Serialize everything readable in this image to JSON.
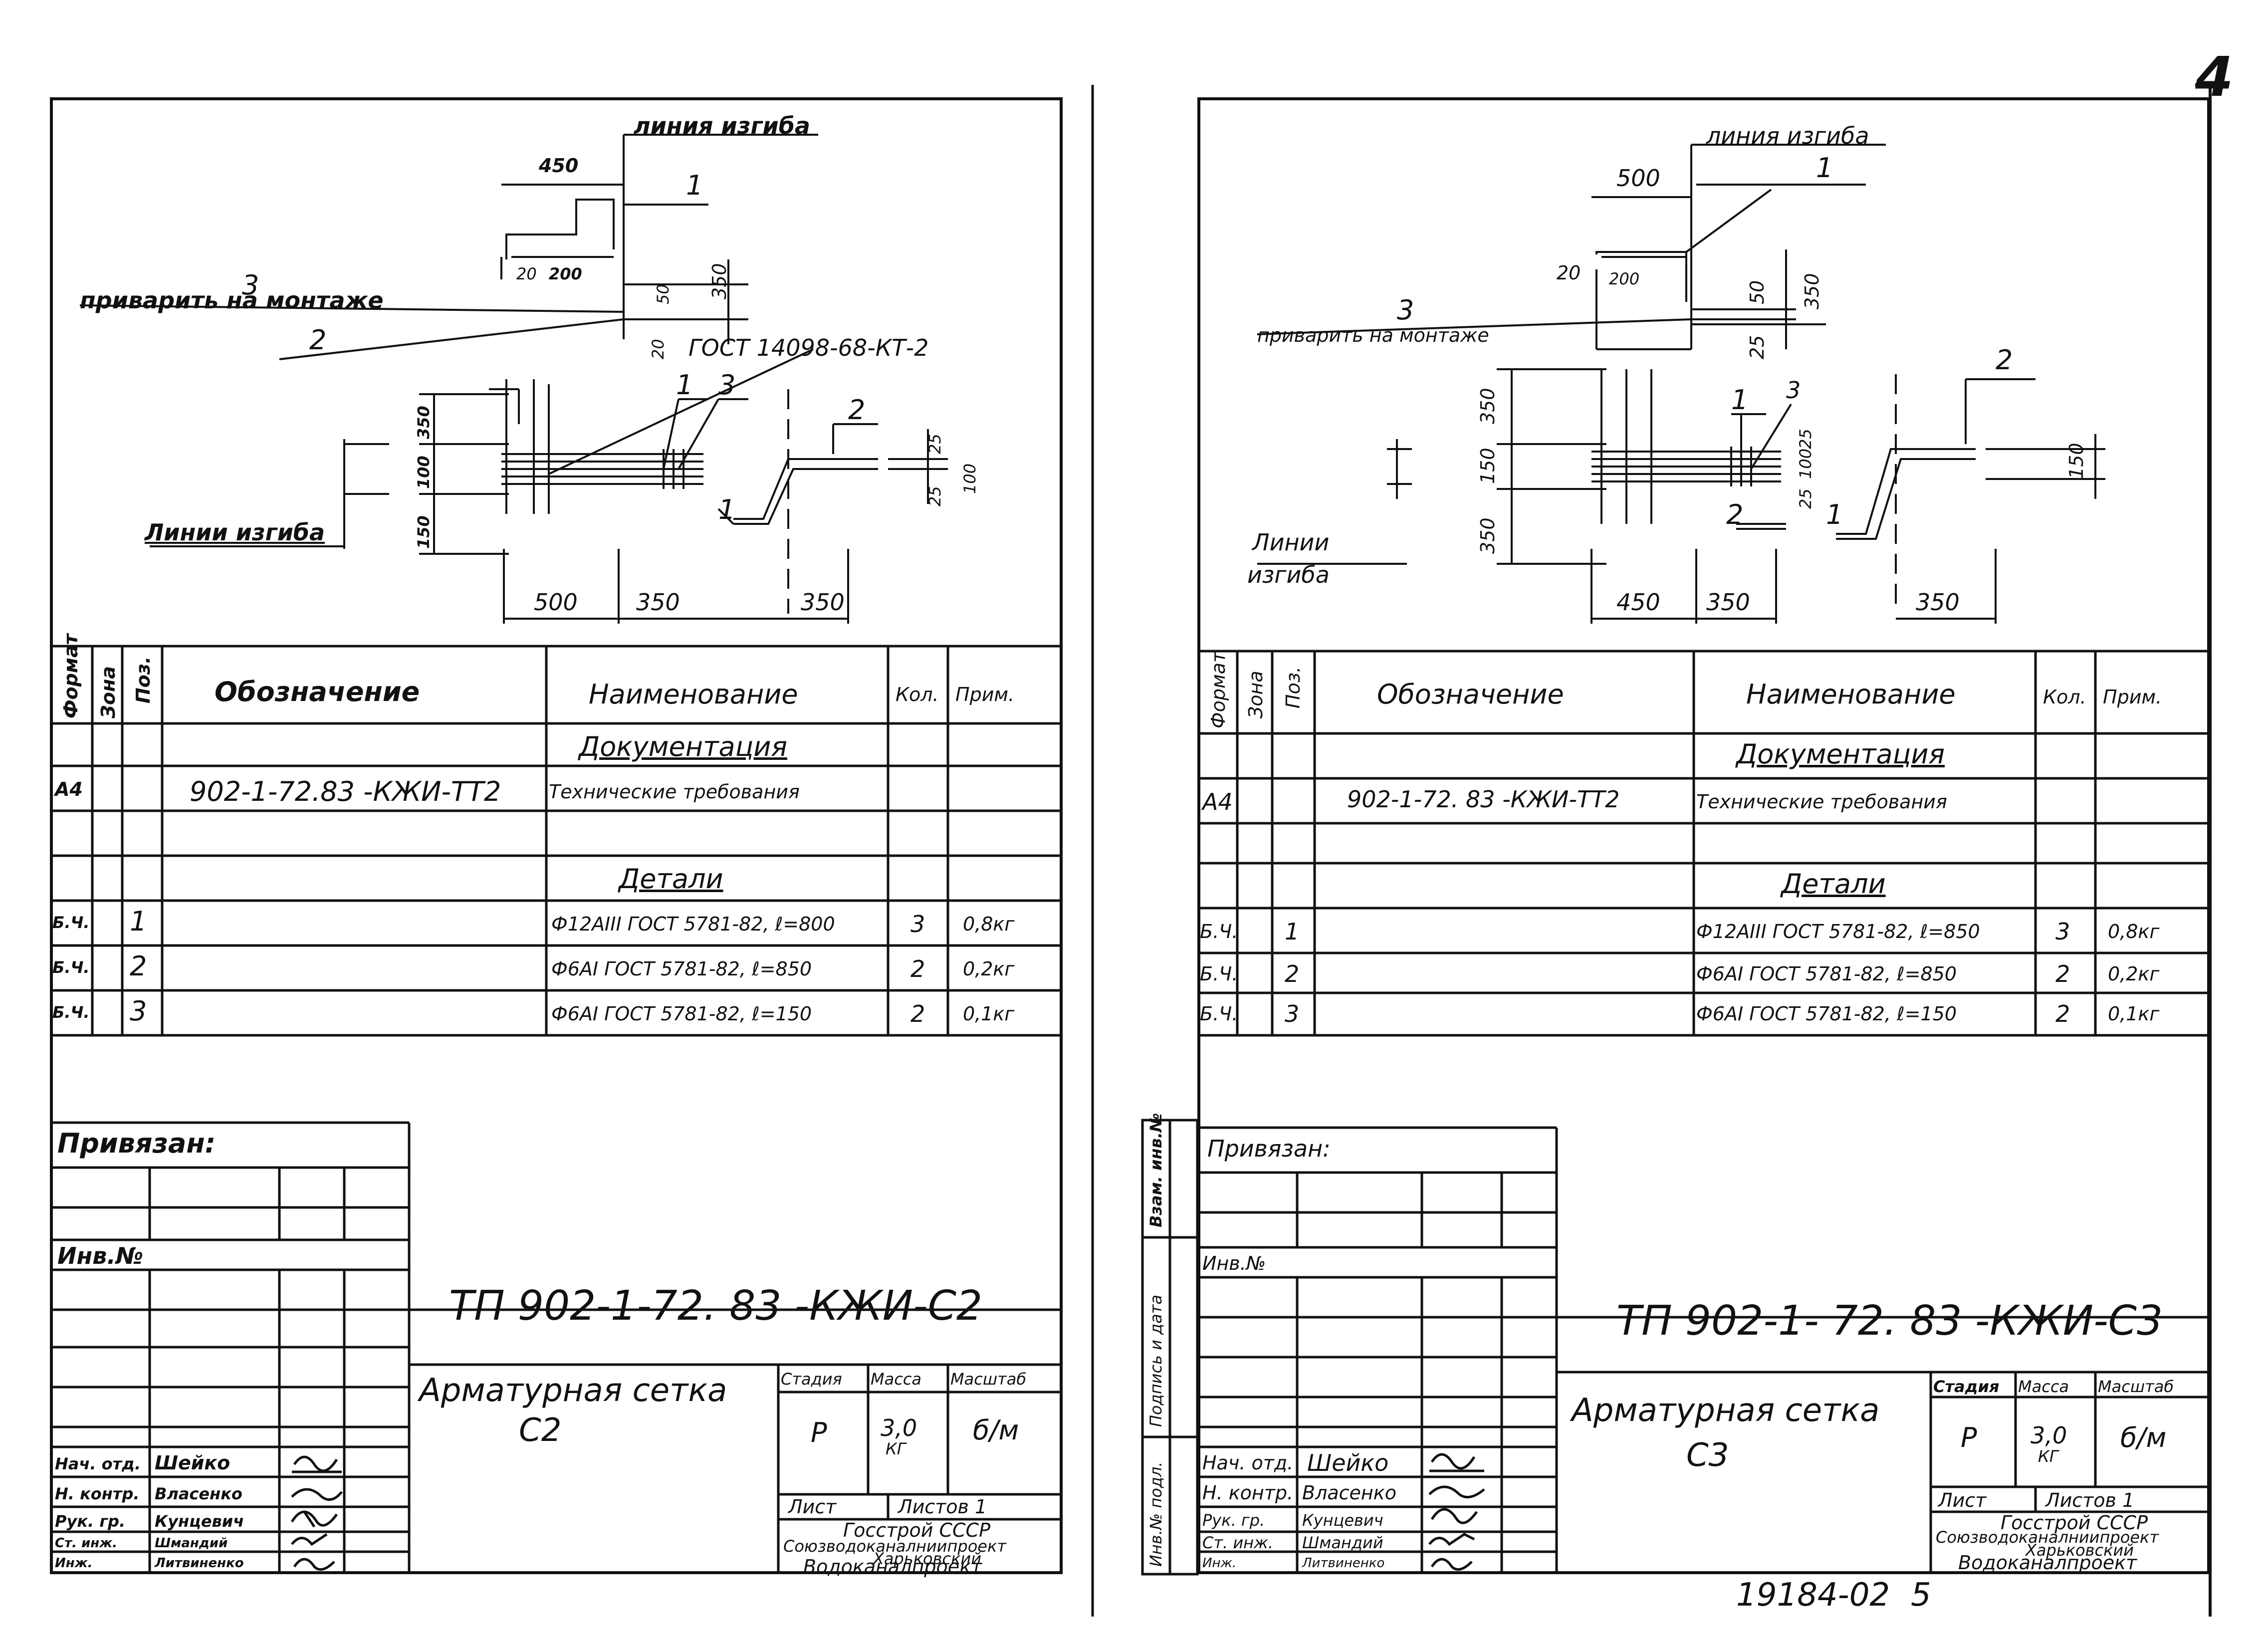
{
  "page": {
    "corner_number": "4",
    "stamp": "19184-02",
    "page_number": "5"
  },
  "left": {
    "drawing": {
      "bend_line": "линия изгиба",
      "pos1": "1",
      "pos2": "2",
      "pos3": "3",
      "weld_note": "приварить на монтаже",
      "gost_note": "ГОСТ 14098-68-КТ-2",
      "bend_lines": "Линии изгиба",
      "d450": "450",
      "d20": "20",
      "d200": "200",
      "d50": "50",
      "d350v": "350",
      "d20b": "20",
      "d350a": "350",
      "d100": "100",
      "d150": "150",
      "d25a": "25",
      "d100b": "100",
      "d25b": "25",
      "d500": "500",
      "d350h": "350",
      "d350h2": "350",
      "sec1": "1",
      "sec3": "3",
      "sec2": "2",
      "sec1b": "1"
    },
    "spec": {
      "col_format": "Формат",
      "col_zone": "Зона",
      "col_pos": "Поз.",
      "col_designation": "Обозначение",
      "col_name": "Наименование",
      "col_qty": "Кол.",
      "col_note": "Прим.",
      "sec_docs": "Документация",
      "sec_parts": "Детали",
      "doc_row": {
        "format": "А4",
        "designation": "902-1-72.83 -КЖИ-ТТ2",
        "name": "Технические требования"
      },
      "parts": [
        {
          "format": "Б.Ч.",
          "pos": "1",
          "name": "Ф12АIII ГОСТ 5781-82, ℓ=800",
          "qty": "3",
          "note": "0,8кг"
        },
        {
          "format": "Б.Ч.",
          "pos": "2",
          "name": "Ф6АI ГОСТ 5781-82, ℓ=850",
          "qty": "2",
          "note": "0,2кг"
        },
        {
          "format": "Б.Ч.",
          "pos": "3",
          "name": "Ф6АI ГОСТ 5781-82, ℓ=150",
          "qty": "2",
          "note": "0,1кг"
        }
      ]
    },
    "title_block": {
      "tied": "Привязан:",
      "inv": "Инв.№",
      "code": "ТП 902-1-72. 83      -КЖИ-С2",
      "title_line1": "Арматурная сетка",
      "title_line2": "С2",
      "stage_h": "Стадия",
      "mass_h": "Масса",
      "scale_h": "Масштаб",
      "stage": "Р",
      "mass": "3,0",
      "mass_unit": "КГ",
      "scale": "б/м",
      "sheet": "Лист",
      "sheets": "Листов 1",
      "org1": "Госстрой СССР",
      "org2": "Союзводоканалниипроект",
      "org3": "Харьковский",
      "org4": "Водоканалпроект",
      "signers": [
        {
          "role": "Нач. отд.",
          "name": "Шейко"
        },
        {
          "role": "Н. контр.",
          "name": "Власенко"
        },
        {
          "role": "Рук. гр.",
          "name": "Кунцевич"
        },
        {
          "role": "Ст. инж.",
          "name": "Шмандий"
        },
        {
          "role": "Инж.",
          "name": "Литвиненко"
        }
      ]
    }
  },
  "right": {
    "drawing": {
      "bend_line": "линия изгиба",
      "pos1": "1",
      "pos2": "2",
      "pos3": "3",
      "weld_note": "приварить на монтаже",
      "bend_lines1": "Линии",
      "bend_lines2": "изгиба",
      "d500": "500",
      "d20": "20",
      "d200": "200",
      "d50": "50",
      "d350v": "350",
      "d25": "25",
      "d350a": "350",
      "d150": "150",
      "d350b": "350",
      "d25a": "25",
      "d100": "100",
      "d25b": "25",
      "d150r": "150",
      "d450": "450",
      "d350h": "350",
      "d350h2": "350",
      "sec1": "1",
      "sec3": "3",
      "sec2": "2",
      "sec2b": "2",
      "sec1b": "1"
    },
    "side_stamps": [
      "Инв.№ подл.",
      "Подпись и дата",
      "Взам. инв.№"
    ],
    "spec": {
      "col_format": "Формат",
      "col_zone": "Зона",
      "col_pos": "Поз.",
      "col_designation": "Обозначение",
      "col_name": "Наименование",
      "col_qty": "Кол.",
      "col_note": "Прим.",
      "sec_docs": "Документация",
      "sec_parts": "Детали",
      "doc_row": {
        "format": "А4",
        "designation": "902-1-72. 83 -КЖИ-ТТ2",
        "name": "Технические требования"
      },
      "parts": [
        {
          "format": "Б.Ч.",
          "pos": "1",
          "name": "Ф12АIII ГОСТ 5781-82, ℓ=850",
          "qty": "3",
          "note": "0,8кг"
        },
        {
          "format": "Б.Ч.",
          "pos": "2",
          "name": "Ф6АI ГОСТ 5781-82, ℓ=850",
          "qty": "2",
          "note": "0,2кг"
        },
        {
          "format": "Б.Ч.",
          "pos": "3",
          "name": "Ф6АI ГОСТ 5781-82, ℓ=150",
          "qty": "2",
          "note": "0,1кг"
        }
      ]
    },
    "title_block": {
      "tied": "Привязан:",
      "inv": "Инв.№",
      "code": "ТП 902-1- 72. 83   -КЖИ-С3",
      "title_line1": "Арматурная сетка",
      "title_line2": "С3",
      "stage_h": "Стадия",
      "mass_h": "Масса",
      "scale_h": "Масштаб",
      "stage": "Р",
      "mass": "3,0",
      "mass_unit": "КГ",
      "scale": "б/м",
      "sheet": "Лист",
      "sheets": "Листов 1",
      "org1": "Госстрой СССР",
      "org2": "Союзводоканалниипроект",
      "org3": "Харьковский",
      "org4": "Водоканалпроект",
      "signers": [
        {
          "role": "Нач. отд.",
          "name": "Шейко"
        },
        {
          "role": "Н. контр.",
          "name": "Власенко"
        },
        {
          "role": "Рук. гр.",
          "name": "Кунцевич"
        },
        {
          "role": "Ст. инж.",
          "name": "Шмандий"
        },
        {
          "role": "Инж.",
          "name": "Литвиненко"
        }
      ]
    }
  }
}
